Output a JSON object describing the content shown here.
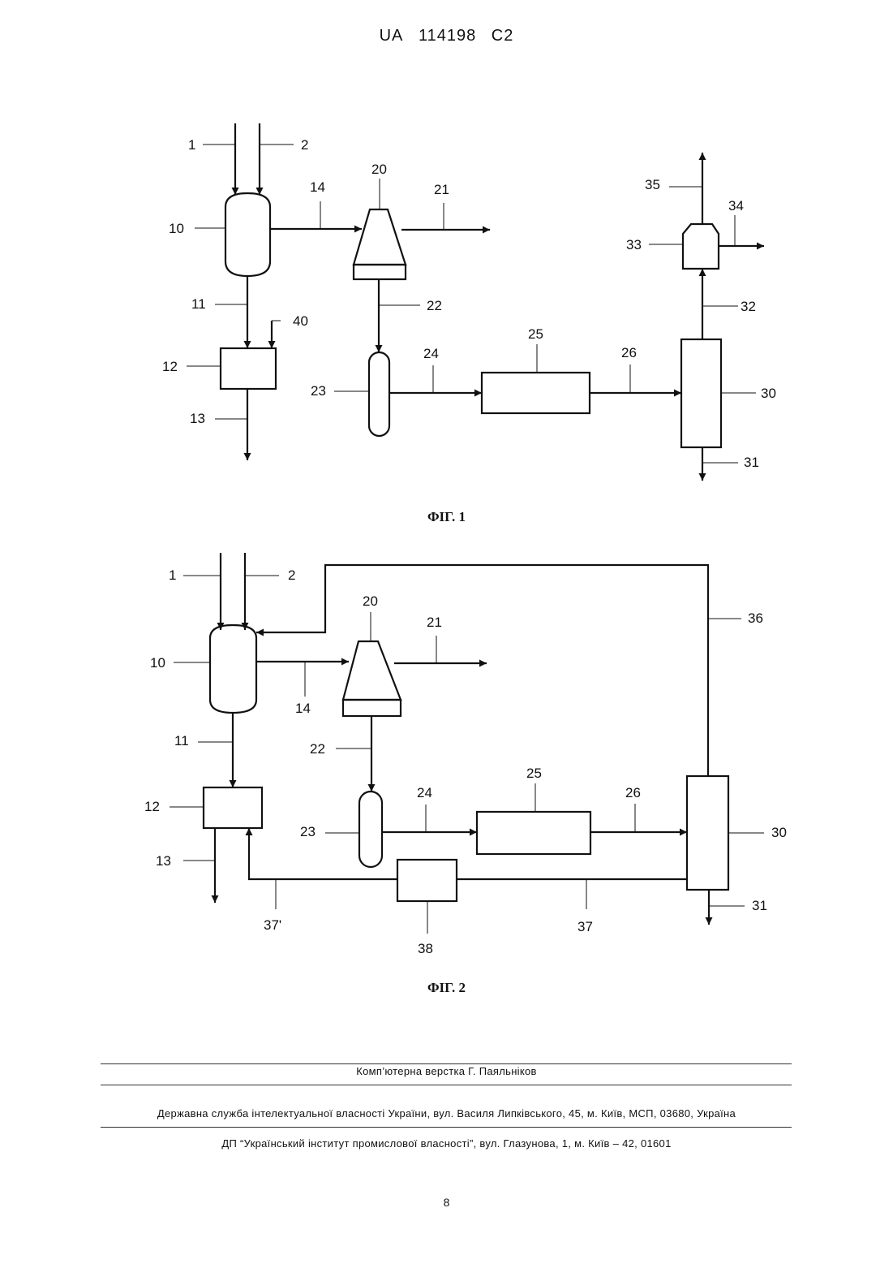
{
  "header": {
    "country": "UA",
    "number": "114198",
    "kind": "C2"
  },
  "figure1": {
    "caption": "ФІГ. 1",
    "labels": {
      "l1": "1",
      "l2": "2",
      "l10": "10",
      "l11": "11",
      "l12": "12",
      "l13": "13",
      "l14": "14",
      "l20": "20",
      "l21": "21",
      "l22": "22",
      "l23": "23",
      "l24": "24",
      "l25": "25",
      "l26": "26",
      "l30": "30",
      "l31": "31",
      "l32": "32",
      "l33": "33",
      "l34": "34",
      "l35": "35",
      "l40": "40"
    }
  },
  "figure2": {
    "caption": "ФІГ. 2",
    "labels": {
      "l1": "1",
      "l2": "2",
      "l10": "10",
      "l11": "11",
      "l12": "12",
      "l13": "13",
      "l14": "14",
      "l20": "20",
      "l21": "21",
      "l22": "22",
      "l23": "23",
      "l24": "24",
      "l25": "25",
      "l26": "26",
      "l30": "30",
      "l31": "31",
      "l36": "36",
      "l37": "37",
      "l37p": "37'",
      "l38": "38"
    }
  },
  "footer": {
    "typesetting": "Комп’ютерна верстка Г. Паяльніков",
    "agency": "Державна служба інтелектуальної власності України, вул. Василя Липківського, 45, м. Київ, МСП, 03680, Україна",
    "institute": "ДП “Український інститут промислової власності”, вул. Глазунова, 1, м. Київ – 42, 01601"
  },
  "page_number": "8"
}
